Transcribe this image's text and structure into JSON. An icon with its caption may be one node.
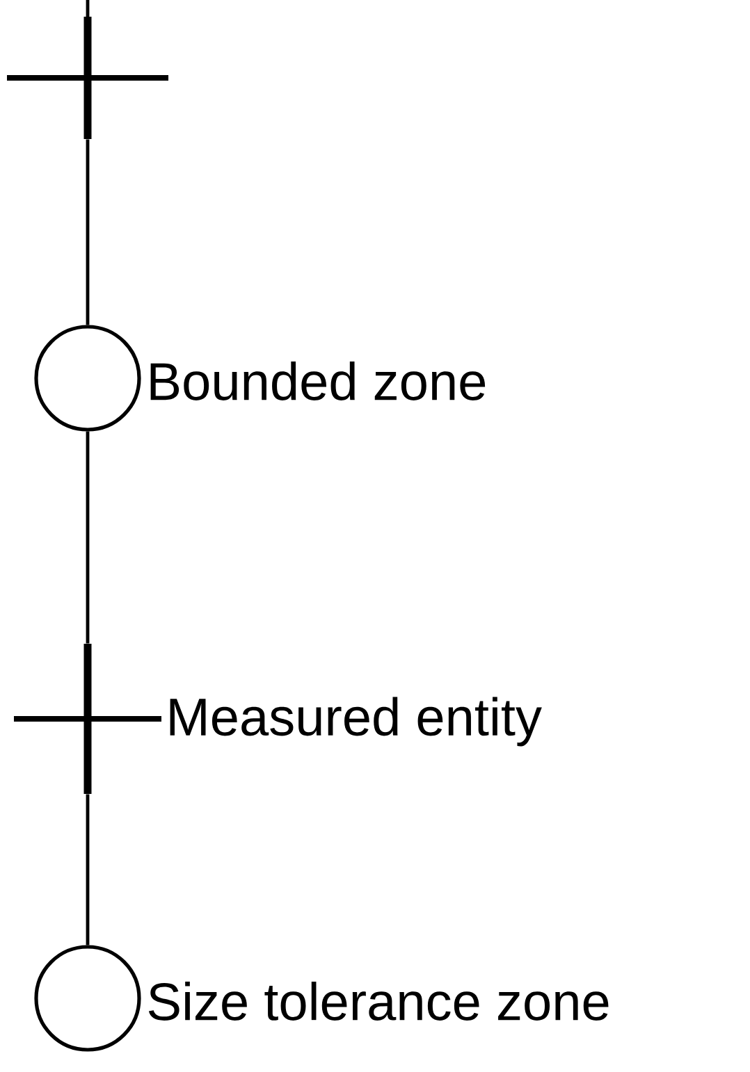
{
  "diagram": {
    "nodes": [
      {
        "text": [],
        "shape": "cross"
      },
      {
        "text": [],
        "shape": "circle",
        "beside": [
          "Bounded zone"
        ]
      },
      {
        "text": [],
        "shape": "cross",
        "beside": [
          "Measured entity"
        ]
      },
      {
        "text": [],
        "shape": "circle",
        "beside": [
          "Size tolerance zone"
        ]
      }
    ],
    "edges": [
      {
        "from": 0,
        "to": 1,
        "arrow": "none"
      },
      {
        "from": 1,
        "to": 2,
        "arrow": "none"
      },
      {
        "from": 2,
        "to": 3,
        "arrow": "none"
      }
    ]
  }
}
